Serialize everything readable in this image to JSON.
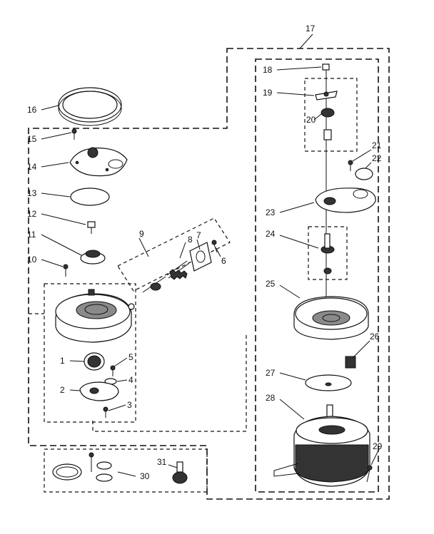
{
  "callouts": [
    {
      "id": "1",
      "text": "1"
    },
    {
      "id": "2",
      "text": "2"
    },
    {
      "id": "3",
      "text": "3"
    },
    {
      "id": "4",
      "text": "4"
    },
    {
      "id": "5",
      "text": "5"
    },
    {
      "id": "6",
      "text": "6"
    },
    {
      "id": "7",
      "text": "7"
    },
    {
      "id": "8",
      "text": "8"
    },
    {
      "id": "9",
      "text": "9"
    },
    {
      "id": "10",
      "text": "10"
    },
    {
      "id": "11",
      "text": "11"
    },
    {
      "id": "12",
      "text": "12"
    },
    {
      "id": "13",
      "text": "13"
    },
    {
      "id": "14",
      "text": "14"
    },
    {
      "id": "15",
      "text": "15"
    },
    {
      "id": "16",
      "text": "16"
    },
    {
      "id": "17",
      "text": "17"
    },
    {
      "id": "18",
      "text": "18"
    },
    {
      "id": "19",
      "text": "19"
    },
    {
      "id": "20",
      "text": "20"
    },
    {
      "id": "21",
      "text": "21"
    },
    {
      "id": "22",
      "text": "22"
    },
    {
      "id": "23",
      "text": "23"
    },
    {
      "id": "24",
      "text": "24"
    },
    {
      "id": "25",
      "text": "25"
    },
    {
      "id": "26",
      "text": "26"
    },
    {
      "id": "27",
      "text": "27"
    },
    {
      "id": "28",
      "text": "28"
    },
    {
      "id": "29",
      "text": "29"
    },
    {
      "id": "30",
      "text": "30"
    },
    {
      "id": "31",
      "text": "31"
    }
  ]
}
